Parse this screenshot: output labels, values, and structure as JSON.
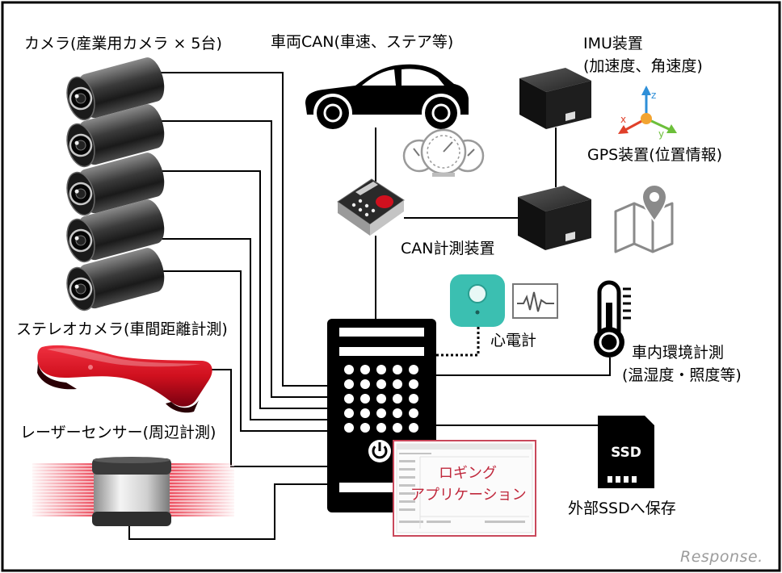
{
  "labels": {
    "cameras": "カメラ(産業用カメラ × 5台)",
    "vehicle_can": "車両CAN(車速、ステア等)",
    "imu_title": "IMU装置",
    "imu_sub": "(加速度、角速度)",
    "gps": "GPS装置(位置情報)",
    "can_device": "CAN計測装置",
    "ecg": "心電計",
    "env_title": "車内環境計測",
    "env_sub": "(温湿度・照度等)",
    "stereo": "ステレオカメラ(車間距離計測)",
    "laser": "レーザーセンサー(周辺計測)",
    "ssd_save": "外部SSDへ保存"
  },
  "app_window": {
    "line1": "ロギング",
    "line2": "アプリケーション"
  },
  "axes_icon": {
    "x": "x",
    "y": "y",
    "z": "z"
  },
  "ssd_icon": {
    "text": "SSD"
  },
  "watermark": "Response.",
  "icons": {
    "cameras": "industrial-camera-icon",
    "car": "car-icon",
    "gauges": "speedometer-icon",
    "imu": "imu-box-icon",
    "axes": "xyz-axes-icon",
    "gps": "gps-box-icon",
    "map": "map-pin-icon",
    "can": "can-logger-icon",
    "heart_monitor": "heart-monitor-icon",
    "ecg_wave": "ecg-wave-icon",
    "thermometer": "thermometer-icon",
    "pc": "pc-tower-icon",
    "app": "application-window-icon",
    "ssd": "ssd-icon",
    "stereo": "stereo-camera-icon",
    "laser": "laser-sensor-icon"
  },
  "colors": {
    "line": "#000000",
    "stereo_red": "#d0101e",
    "heart_teal": "#3bbfb1",
    "app_text": "#c0283c",
    "app_border": "#c9485b",
    "axis_x": "#e0402a",
    "axis_y": "#6cbf3a",
    "axis_z": "#2e8fd8",
    "icon_gray": "#8a8a8a",
    "laser_red": "#e8283c"
  }
}
